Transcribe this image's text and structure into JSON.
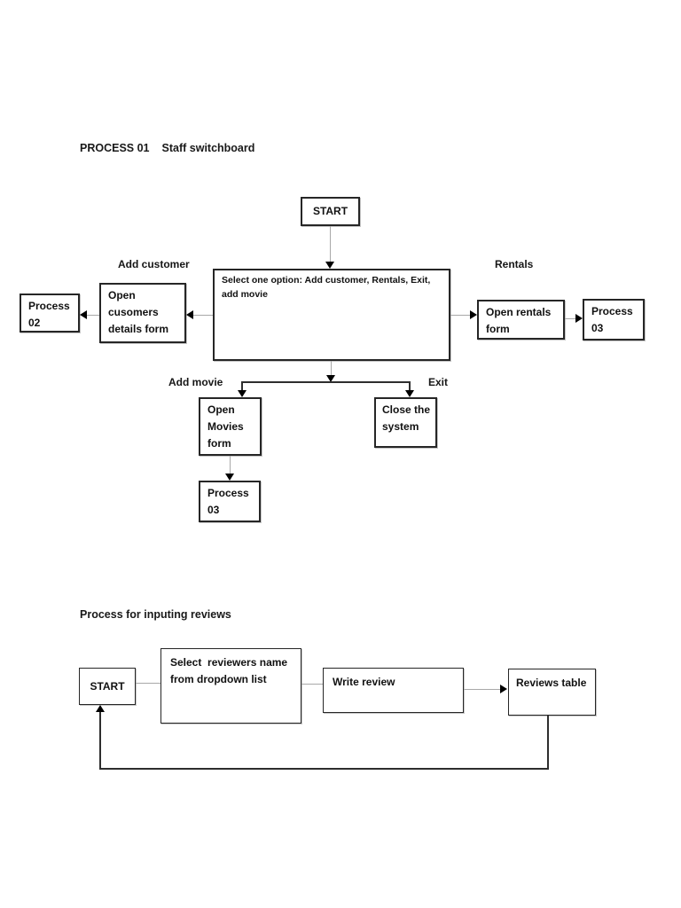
{
  "colors": {
    "page_bg": "#ffffff",
    "ink": "#1a1a1a",
    "box_border": "#262626",
    "connector_gray": "#a8a8a8",
    "line_dark": "#2e2e2e",
    "arrowhead": "#000000"
  },
  "fc1": {
    "title": {
      "code": "PROCESS 01",
      "name": "Staff switchboard"
    },
    "start": "START",
    "decision": "Select one option: Add customer, Rentals, Exit, add movie",
    "branch_labels": {
      "add_customer": "Add customer",
      "rentals": "Rentals",
      "add_movie": "Add movie",
      "exit": "Exit"
    },
    "open_customers": "Open cusomers details form",
    "process_02": "Process 02",
    "open_rentals": "Open rentals form",
    "process_03_right": "Process 03",
    "open_movies": "Open Movies form",
    "close_system": "Close the system",
    "process_03_bottom": "Process 03"
  },
  "fc2": {
    "title": "Process for inputing reviews",
    "start": "START",
    "select_reviewer": "Select  reviewers name from dropdown list",
    "write_review": "Write review",
    "reviews_table": "Reviews table"
  }
}
